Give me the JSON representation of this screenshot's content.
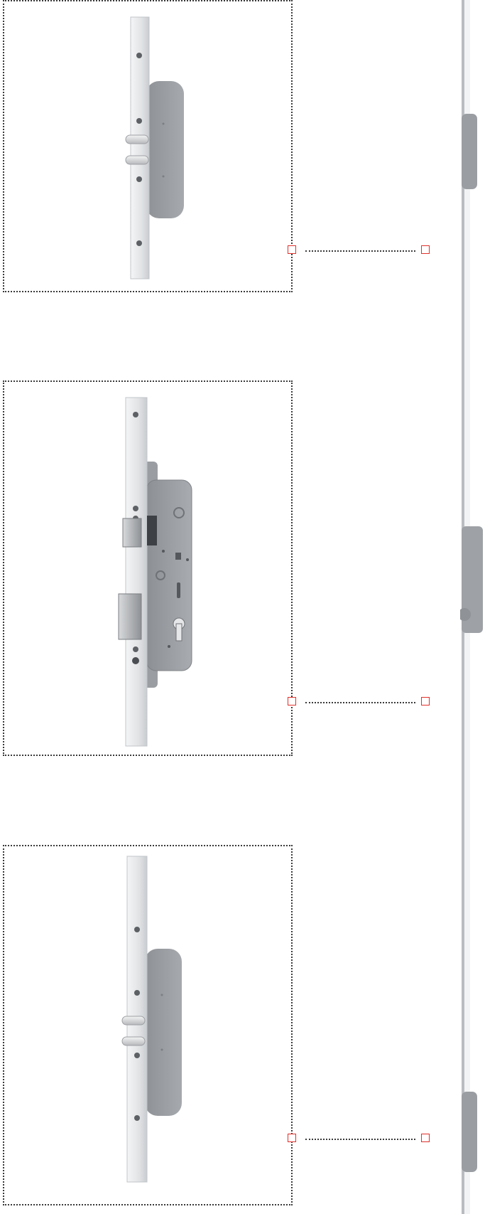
{
  "document": {
    "panels": [
      {
        "id": "upper-bolt-lock",
        "kind": "bolt",
        "marker_color": "#e0302a"
      },
      {
        "id": "main-lock-case",
        "kind": "main",
        "marker_color": "#e0302a"
      },
      {
        "id": "lower-bolt-lock",
        "kind": "bolt",
        "marker_color": "#e0302a"
      }
    ],
    "colors": {
      "frame_border": "#3a3a3a",
      "marker": "#e0302a",
      "faceplate": "#e8eaec",
      "lock_case": "#9ea1a5"
    }
  }
}
